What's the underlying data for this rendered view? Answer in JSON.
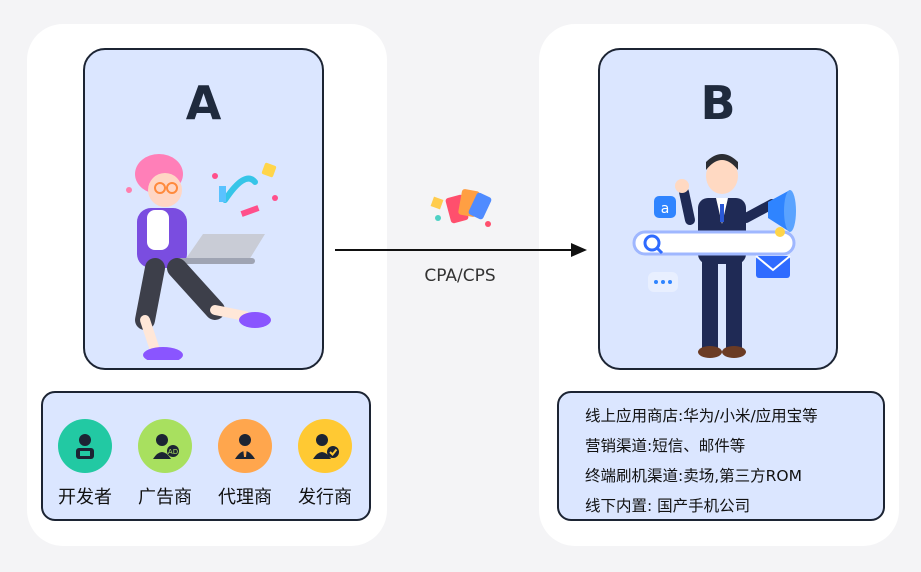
{
  "nodes": {
    "a": {
      "label": "A"
    },
    "b": {
      "label": "B"
    }
  },
  "edge": {
    "label": "CPA/CPS"
  },
  "roles": [
    {
      "label": "开发者",
      "icon": "developer-icon",
      "color": "#22c9a3"
    },
    {
      "label": "广告商",
      "icon": "advertiser-icon",
      "color": "#a8e05f"
    },
    {
      "label": "代理商",
      "icon": "agent-icon",
      "color": "#ffa64d"
    },
    {
      "label": "发行商",
      "icon": "publisher-icon",
      "color": "#ffc933"
    }
  ],
  "channels": [
    "线上应用商店:华为/小米/应用宝等",
    "营销渠道:短信、邮件等",
    "终端刷机渠道:卖场,第三方ROM",
    "线下内置: 国产手机公司"
  ]
}
